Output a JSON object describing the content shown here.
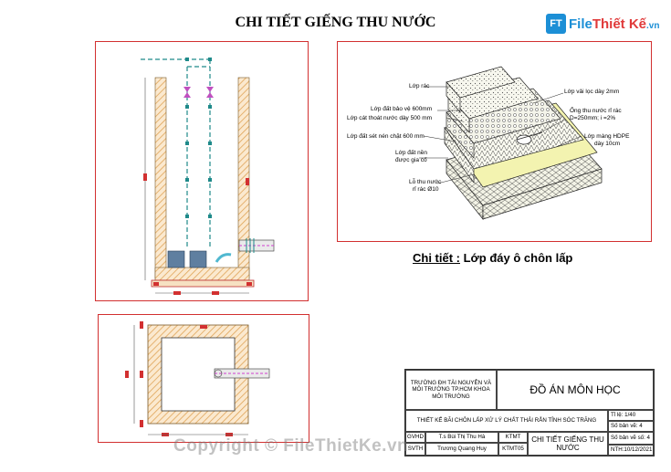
{
  "title": "CHI TIẾT GIẾNG THU NƯỚC",
  "logo": {
    "mark": "FT",
    "part1": "File",
    "part2": "Thiết Kế",
    "domain": ".vn"
  },
  "layer_detail": {
    "labels": [
      "Lớp rác",
      "Lớp vải lọc dày 2mm",
      "Lớp đất bảo vệ 600mm",
      "Lớp cát thoát nước dày 500 mm",
      "Ống thu nước rỉ rác",
      "D=250mm; i =2%",
      "Lớp đất sét nén chặt 600 mm",
      "Lớp màng HDPE",
      "dày 10cm",
      "Lớp đất nền",
      "được gia cố",
      "Lỗ thu nước",
      "rỉ rác Ø10"
    ],
    "caption_prefix": "Chi tiết :",
    "caption_text": " Lớp đáy ô chôn lấp"
  },
  "title_block": {
    "school": "TRƯỜNG ĐH TÀI NGUYÊN VÀ MÔI TRƯỜNG TP.HCM KHOA MÔI TRƯỜNG",
    "project": "ĐỒ ÁN MÔN HỌC",
    "subject": "THIẾT KẾ BÃI CHÔN LẤP XỬ LÝ CHẤT THẢI RẮN TỈNH SÓC TRĂNG",
    "scale": "Tỉ lệ: 1/40",
    "sheet_count": "Số bản vẽ: 4",
    "sheet_no": "Số bản vẽ số: 4",
    "gvhd_label": "GVHD",
    "gvhd_name": "T.s Bùi Thị Thu Hà",
    "svth_label": "SVTH",
    "svth_name": "Trương Quang Huy",
    "code1": "KTMT",
    "code2": "KTMT05",
    "drawing_name": "CHI TIẾT GIẾNG THU NƯỚC",
    "date": "NTH:10/12/2021"
  },
  "watermark": "Copyright © FileThietKe.vn",
  "colors": {
    "frame": "#d23030",
    "hatch": "#e0a458",
    "pipe": "#1f8a8a",
    "valve": "#c050c0",
    "dim": "#d23030"
  }
}
